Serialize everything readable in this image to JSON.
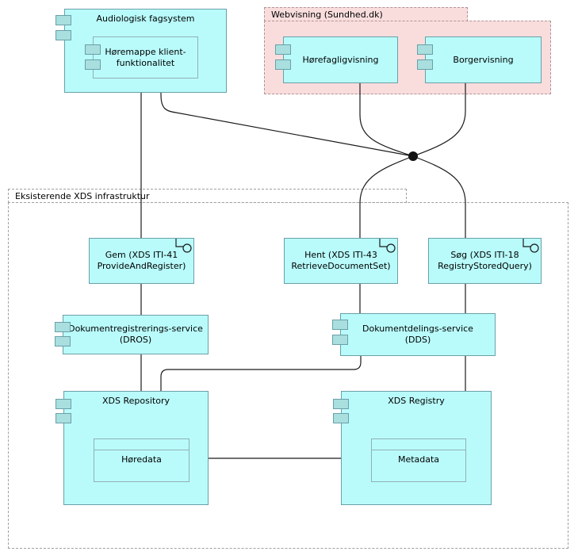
{
  "diagram": {
    "packages": {
      "webvisning": {
        "label": "Webvisning (Sundhed.dk)"
      },
      "xds": {
        "label": "Eksisterende XDS infrastruktur"
      }
    },
    "components": {
      "audiologisk": {
        "label": "Audiologisk fagsystem"
      },
      "horemappe": {
        "line1": "Høremappe klient-",
        "line2": "funktionalitet"
      },
      "horefaglig": {
        "label": "Hørefagligvisning"
      },
      "borger": {
        "label": "Borgervisning"
      },
      "gem": {
        "line1": "Gem (XDS ITI-41",
        "line2": "ProvideAndRegister)"
      },
      "hent": {
        "line1": "Hent (XDS ITI-43",
        "line2": "RetrieveDocumentSet)"
      },
      "sog": {
        "line1": "Søg (XDS ITI-18",
        "line2": "RegistryStoredQuery)"
      },
      "dros": {
        "line1": "Dokumentregistrerings-service",
        "line2": "(DROS)"
      },
      "dds": {
        "line1": "Dokumentdelings-service",
        "line2": "(DDS)"
      },
      "repository": {
        "label": "XDS Repository"
      },
      "registry": {
        "label": "XDS Registry"
      },
      "horedata": {
        "label": "Høredata"
      },
      "metadata": {
        "label": "Metadata"
      }
    },
    "colors": {
      "component_fill": "#b9fbfb",
      "component_border": "#6aa0a8",
      "inner_border": "#92b0b3",
      "icon_fill": "#a9dfdf",
      "package_pink_fill": "#f9dddd",
      "package_pink_border": "#b29595",
      "package_dashed_border": "#9f9f9f",
      "connector": "#1a1a1a"
    }
  }
}
